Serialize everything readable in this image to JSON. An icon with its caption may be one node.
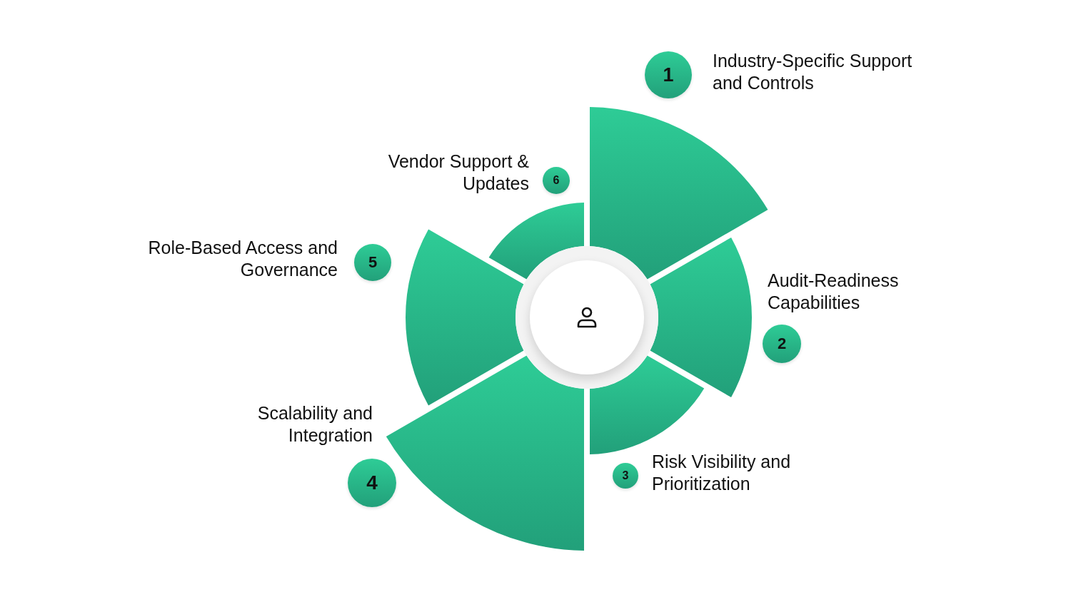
{
  "diagram": {
    "nodes": [
      {
        "text": [],
        "shape": "circle"
      },
      {
        "text": [
          "1"
        ],
        "beside": [
          "Industry-Specific Support and Controls"
        ]
      },
      {
        "text": [
          "2"
        ]
      },
      {
        "text": [
          "3"
        ]
      },
      {
        "text": [
          "4"
        ],
        "beside": [
          "Scalability and Integration"
        ]
      },
      {
        "text": [
          "5"
        ],
        "beside": [
          "Role-Based Access and Governance"
        ]
      },
      {
        "text": [
          "6"
        ],
        "beside": [
          "Vendor Support & Updates"
        ]
      },
      {
        "text": [],
        "shape": "sector"
      },
      {
        "text": [],
        "shape": "sector"
      },
      {
        "text": [],
        "shape": "sector"
      },
      {
        "text": [],
        "shape": "sector"
      },
      {
        "text": [],
        "shape": "sector"
      },
      {
        "text": [],
        "shape": "sector"
      }
    ],
    "edges": [],
    "labels": [
      "Audit-Readiness Capabilities",
      "Risk Visibility and Prioritization"
    ]
  }
}
